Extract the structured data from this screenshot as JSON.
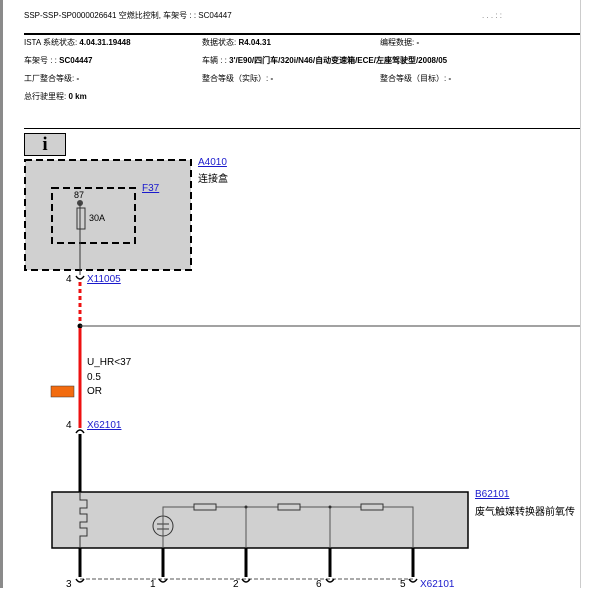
{
  "header": {
    "title": "SSP-SSP-SP0000026641 空燃比控制, 车架号 : : SC04447",
    "right_marks": ". .   .  : :"
  },
  "info": {
    "ista_label": "ISTA 系统状态: ",
    "ista_value": "4.04.31.19448",
    "data_label": "数据状态: ",
    "data_value": "R4.04.31",
    "prog_label": "编程数据: ",
    "prog_value": "-",
    "vin_label": "车架号 : : ",
    "vin_value": "SC04447",
    "vehicle_label": "车辆 : : ",
    "vehicle_value": "3'/E90/四门车/320i/N46/自动变速箱/ECE/左座驾驶型/2008/05",
    "factory_label": "工厂整合等级: ",
    "factory_value": "-",
    "actual_label": "整合等级（实际）: ",
    "actual_value": "-",
    "target_label": "整合等级（目标）: ",
    "target_value": "-",
    "mileage_label": "总行驶里程: ",
    "mileage_value": "0 km"
  },
  "diagram": {
    "info_button": "i",
    "a4010_id": "A4010",
    "a4010_name": "连接盒",
    "f37_id": "F37",
    "fuse_pin": "87",
    "fuse_rating": "30A",
    "x11005_pin": "4",
    "x11005_id": "X11005",
    "wire_signal": "U_HR<37",
    "wire_size": "0.5",
    "wire_color": "OR",
    "wire_color_hex": "#f26b0f",
    "x62101_top_pin": "4",
    "x62101_id": "X62101",
    "b62101_id": "B62101",
    "b62101_name": "废气触媒转换器前氧传",
    "bottom_pins": [
      "3",
      "1",
      "2",
      "6",
      "5"
    ],
    "bottom_connector_id": "X62101"
  }
}
